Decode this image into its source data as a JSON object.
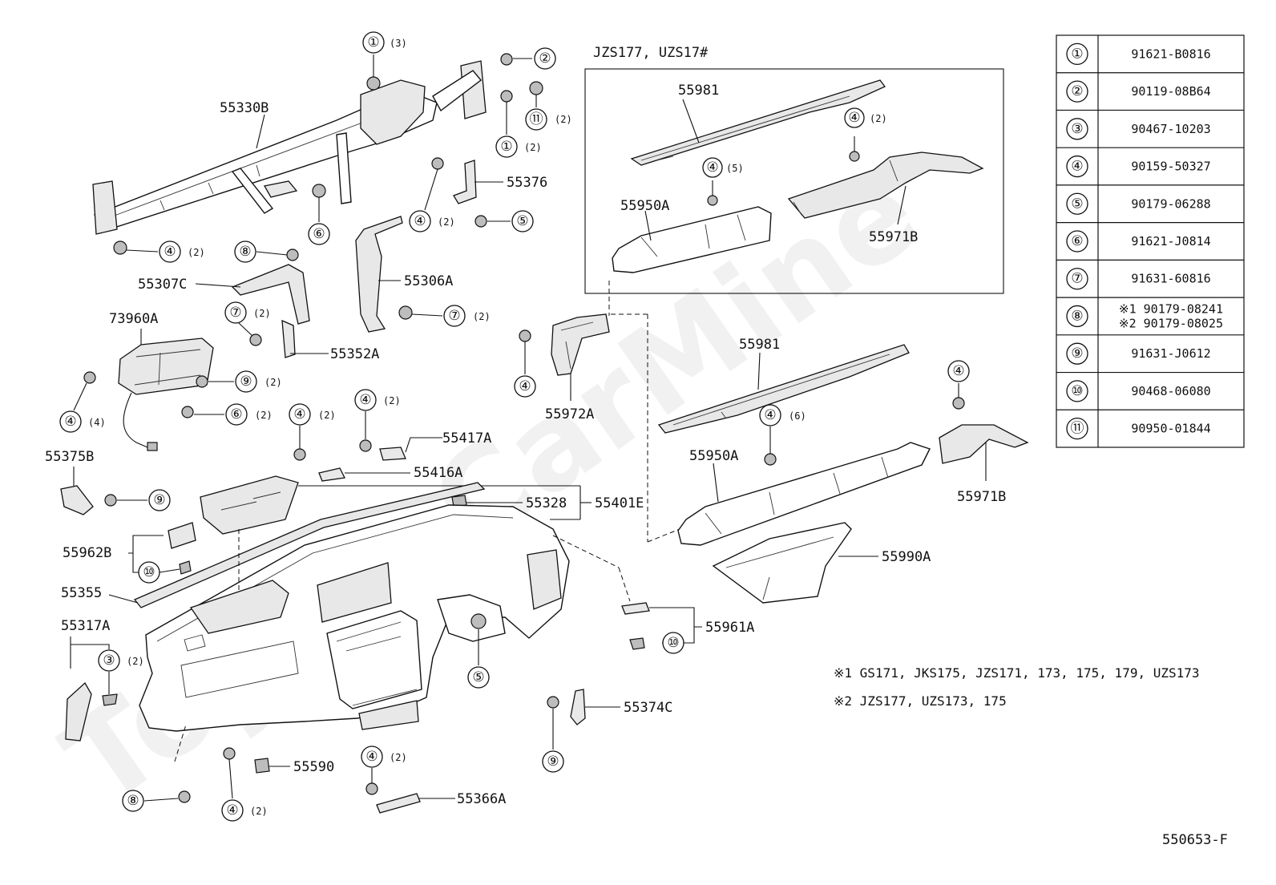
{
  "watermark": "ToyotaCarMine",
  "inset_title": "JZS177, UZS17#",
  "figure_code": "550653-F",
  "parts": {
    "p55330B": "55330B",
    "p55376": "55376",
    "p55307C": "55307C",
    "p55306A": "55306A",
    "p73960A": "73960A",
    "p55352A": "55352A",
    "p55417A": "55417A",
    "p55416A": "55416A",
    "p55375B": "55375B",
    "p55328": "55328",
    "p55401E": "55401E",
    "p55962B": "55962B",
    "p55355": "55355",
    "p55317A": "55317A",
    "p55590": "55590",
    "p55366A": "55366A",
    "p55374C": "55374C",
    "p55961A": "55961A",
    "p55990A": "55990A",
    "p55972A": "55972A",
    "p55981_inset": "55981",
    "p55950A_inset": "55950A",
    "p55971B_inset": "55971B",
    "p55981": "55981",
    "p55950A": "55950A",
    "p55971B": "55971B"
  },
  "callouts": {
    "c1": "①",
    "c2": "②",
    "c3": "③",
    "c4": "④",
    "c5": "⑤",
    "c6": "⑥",
    "c7": "⑦",
    "c8": "⑧",
    "c9": "⑨",
    "c10": "⑩",
    "c11": "⑪"
  },
  "qty": {
    "q1_top": "(3)",
    "q11": "(2)",
    "q1_mid": "(2)",
    "q4_a": "(2)",
    "q4_b": "(2)",
    "q7_a": "(2)",
    "q7_b": "(2)",
    "q9_a": "(2)",
    "q4_c": "(4)",
    "q6_b": "(2)",
    "q4_d": "(2)",
    "q4_e": "(2)",
    "q3": "(2)",
    "q4_f": "(2)",
    "q4_g": "(2)",
    "q4_inset_a": "(2)",
    "q4_inset_b": "(5)",
    "q4_main": "(6)"
  },
  "fastener_table": [
    {
      "ref": "①",
      "part_no": "91621-B0816"
    },
    {
      "ref": "②",
      "part_no": "90119-08B64"
    },
    {
      "ref": "③",
      "part_no": "90467-10203"
    },
    {
      "ref": "④",
      "part_no": "90159-50327"
    },
    {
      "ref": "⑤",
      "part_no": "90179-06288"
    },
    {
      "ref": "⑥",
      "part_no": "91621-J0814"
    },
    {
      "ref": "⑦",
      "part_no": "91631-60816"
    },
    {
      "ref": "⑧",
      "part_no": "※1 90179-08241",
      "part_no_2": "※2 90179-08025"
    },
    {
      "ref": "⑨",
      "part_no": "91631-J0612"
    },
    {
      "ref": "⑩",
      "part_no": "90468-06080"
    },
    {
      "ref": "⑪",
      "part_no": "90950-01844"
    }
  ],
  "notes": {
    "note1": "※1 GS171, JKS175, JZS171, 173, 175, 179, UZS173",
    "note2": "※2 JZS177, UZS173, 175"
  }
}
